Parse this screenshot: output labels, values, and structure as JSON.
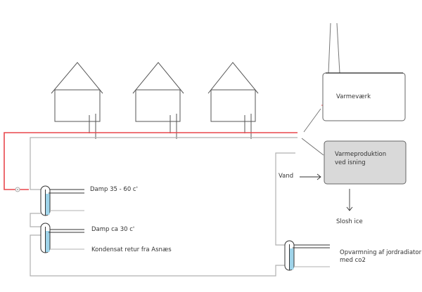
{
  "diagram": {
    "nodes": {
      "district_heating_plant": {
        "label": "Varmeværk"
      },
      "ice_heat_production": {
        "label_line1": "Varmeproduktion",
        "label_line2": "ved isning"
      }
    },
    "labels": {
      "water_input": "Vand",
      "slush_ice_output": "Slosh ice",
      "steam_high": "Damp 35 - 60 c'",
      "steam_low": "Damp ca 30 c'",
      "condensate_return": "Kondensat retur fra Asnæs",
      "ground_radiator_line1": "Opvarmning af jordradiator",
      "ground_radiator_line2": "med co2"
    },
    "colors": {
      "supply_pipe": "#e8474c",
      "return_pipe": "#b0b0b0",
      "outline": "#555555",
      "fluid": "#9fd4ea",
      "shaded_box": "#d9d9d9"
    },
    "houses": [
      {
        "name": "house-1"
      },
      {
        "name": "house-2"
      },
      {
        "name": "house-3"
      }
    ]
  }
}
